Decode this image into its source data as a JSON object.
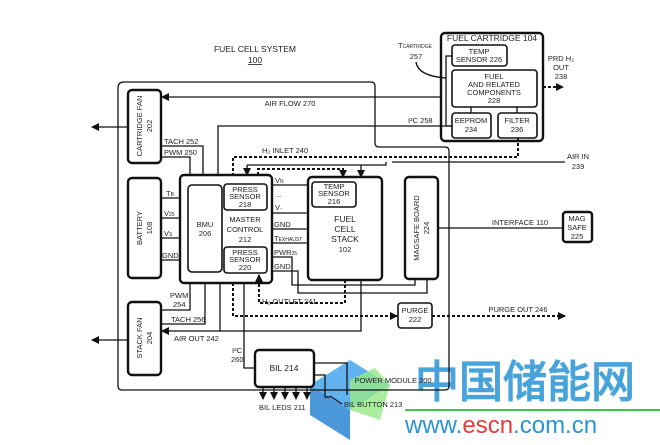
{
  "title": {
    "name": "FUEL CELL SYSTEM",
    "number": "100"
  },
  "power_module": "POWER MODULE 200",
  "fuel_cartridge": {
    "title": "FUEL CARTRIDGE 104",
    "temp_sensor": [
      "TEMP",
      "SENSOR 226"
    ],
    "fuel": [
      "FUEL",
      "AND RELATED",
      "COMPONENTS",
      "228"
    ],
    "eeprom": [
      "EEPROM",
      "234"
    ],
    "filter": [
      "FILTER",
      "236"
    ],
    "t_cartridge": {
      "main": "T",
      "sub": "CARTRIDGE",
      "num": "257"
    },
    "prd_out": [
      "PRD H₂",
      "OUT",
      "238"
    ]
  },
  "cartridge_fan": [
    "CARTRIDGE FAN",
    "202"
  ],
  "stack_fan": [
    "STACK FAN",
    "204"
  ],
  "battery": [
    "BATTERY",
    "108"
  ],
  "bmu": [
    "BMU",
    "206"
  ],
  "master_control": [
    "MASTER",
    "CONTROL",
    "212"
  ],
  "press_sensor_218": [
    "PRESS",
    "SENSOR",
    "218"
  ],
  "press_sensor_220": [
    "PRESS",
    "SENSOR",
    "220"
  ],
  "fuel_cell_stack": [
    "FUEL",
    "CELL",
    "STACK",
    "102"
  ],
  "stack_temp_sensor": [
    "TEMP",
    "SENSOR",
    "216"
  ],
  "magsafe_board": [
    "MAGSAFE BOARD",
    "224"
  ],
  "magsafe": [
    "MAG",
    "SAFE",
    "225"
  ],
  "purge": [
    "PURGE",
    "222"
  ],
  "bil": "BIL 214",
  "signals": {
    "air_flow": "AIR FLOW 270",
    "i2c_258": "I²C 258",
    "air_in": [
      "AIR IN",
      "239"
    ],
    "h2_inlet": "H₂ INLET 240",
    "h2_outlet": "H₂ OUTLET 241",
    "tach_252": "TACH 252",
    "pwm_250": "PWM 250",
    "tb": {
      "main": "T",
      "sub": "B"
    },
    "v25": {
      "main": "V",
      "sub": "25"
    },
    "vs": {
      "main": "V",
      "sub": "S"
    },
    "gnd_batt": "GND",
    "vn": {
      "main": "V",
      "sub": "N"
    },
    "dots": "...",
    "vminus": {
      "main": "V",
      "sub": "-"
    },
    "gnd1": "GND",
    "texhaust": {
      "main": "T",
      "sub": "EXHAUST"
    },
    "pwr25": {
      "main": "PWR",
      "sub": "25"
    },
    "gnd2": "GND",
    "interface": "INTERFACE 110",
    "purge_out": "PURGE OUT 246",
    "pwm_254": [
      "PWM",
      "254"
    ],
    "tach_256": "TACH 256",
    "air_out": "AIR OUT 242",
    "i2c_260": [
      "I²C",
      "260"
    ],
    "bil_leds": "BIL LEDS 211",
    "bil_button": "BIL BUTTON 213"
  },
  "watermark": {
    "cn": "中国储能网",
    "url_pre": "www.",
    "url_mid": "escn",
    "url_post": ".com.cn"
  }
}
